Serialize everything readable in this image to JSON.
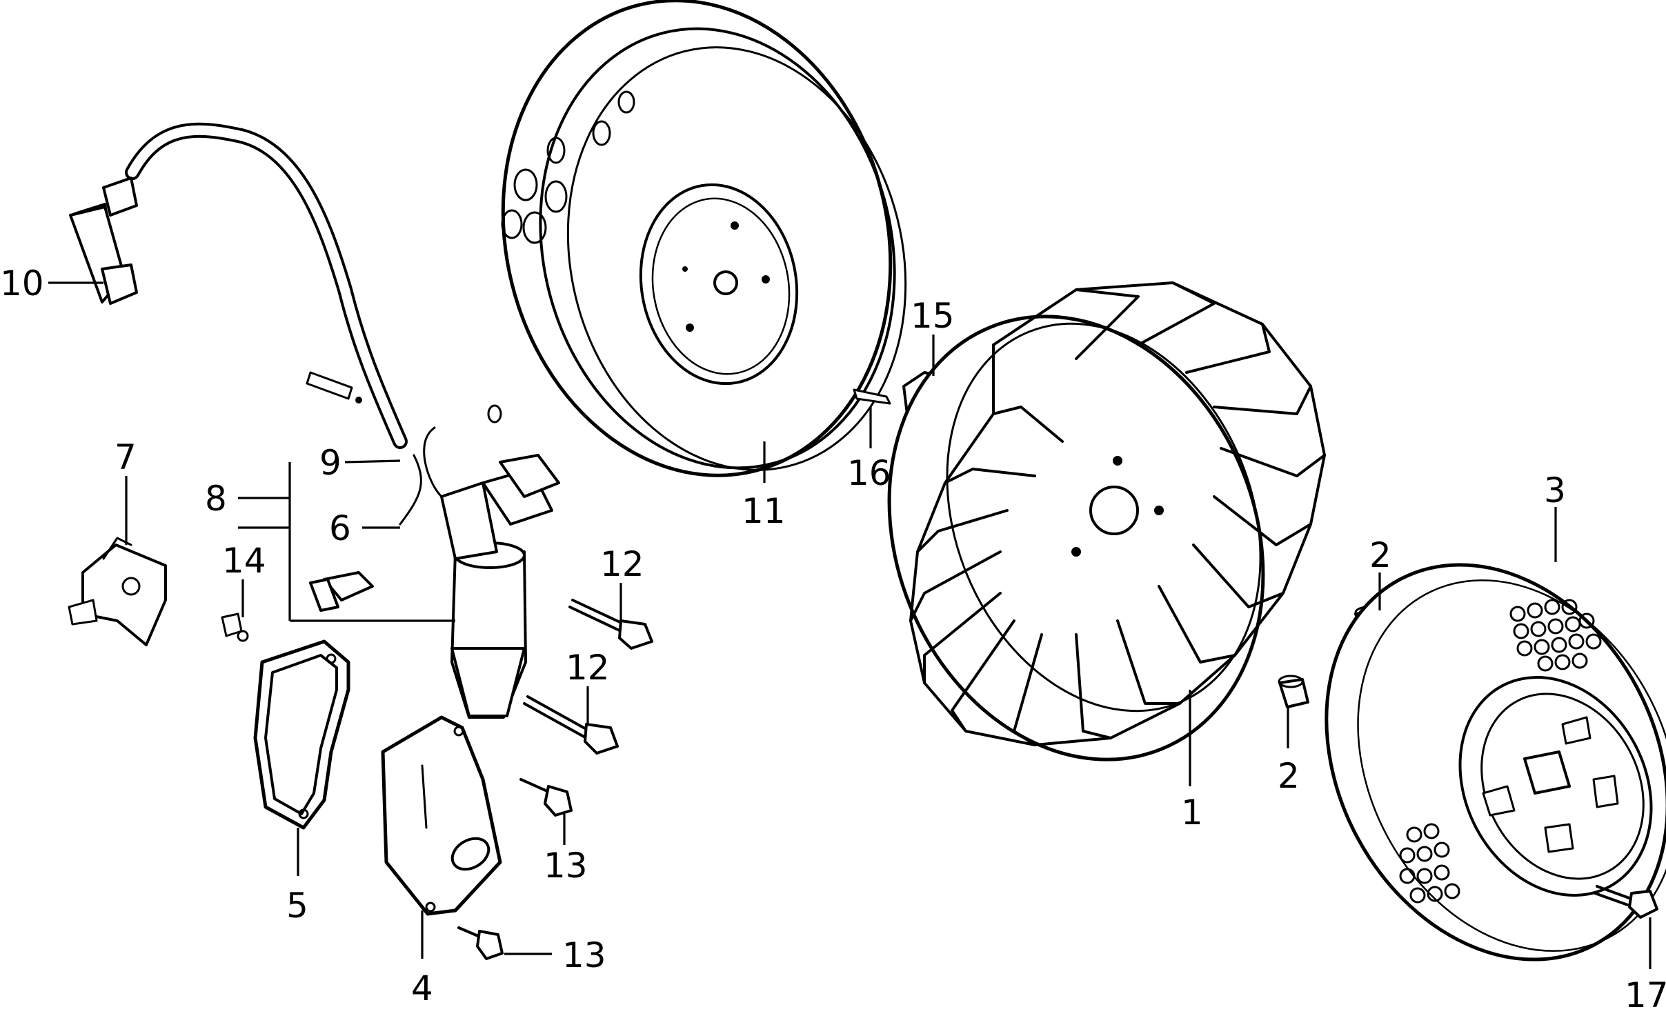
{
  "diagram": {
    "style": "exploded-view parts diagram, black line art on white",
    "callouts": {
      "c1": "1",
      "c2a": "2",
      "c2b": "2",
      "c3": "3",
      "c4": "4",
      "c5": "5",
      "c6": "6",
      "c7": "7",
      "c8": "8",
      "c9": "9",
      "c10": "10",
      "c11": "11",
      "c12a": "12",
      "c12b": "12",
      "c13a": "13",
      "c13b": "13",
      "c14": "14",
      "c15": "15",
      "c16": "16",
      "c17": "17"
    }
  }
}
